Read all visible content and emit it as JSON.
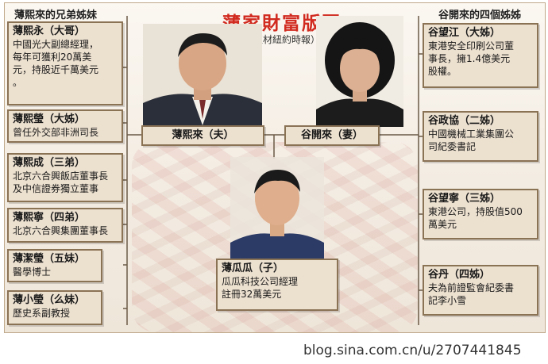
{
  "header": {
    "title": "薄家財富版圖",
    "subtitle": "（取材紐約時報）"
  },
  "left_heading": "薄熙來的兄弟姊妹",
  "right_heading": "谷開來的四個姊姊",
  "left_siblings": [
    {
      "name": "薄熙永（大哥）",
      "lines": [
        "中國光大副總經理，",
        "每年可獲利20萬美",
        "元，持股近千萬美元",
        "。"
      ]
    },
    {
      "name": "薄熙瑩（大姊）",
      "lines": [
        "曾任外交部非洲司長"
      ]
    },
    {
      "name": "薄熙成（三弟）",
      "lines": [
        "北京六合興飯店董事長",
        "及中信證券獨立董事"
      ]
    },
    {
      "name": "薄熙寧（四弟）",
      "lines": [
        "北京六合興集團董事長"
      ]
    },
    {
      "name": "薄潔瑩（五妹）",
      "lines": [
        "醫學博士"
      ]
    },
    {
      "name": "薄小瑩（么妹）",
      "lines": [
        "歷史系副教授"
      ]
    }
  ],
  "right_siblings": [
    {
      "name": "谷望江（大姊）",
      "lines": [
        "東港安全印刷公司董",
        "事長，擁1.4億美元",
        "股權。"
      ]
    },
    {
      "name": "谷政協（二姊）",
      "lines": [
        "中國機械工業集團公",
        "司紀委書記"
      ]
    },
    {
      "name": "谷望寧（三姊）",
      "lines": [
        "東港公司，持股值500",
        "萬美元"
      ]
    },
    {
      "name": "谷丹（四姊）",
      "lines": [
        "夫為前證監會紀委書",
        "記李小雪"
      ]
    }
  ],
  "husband": "薄熙來（夫）",
  "wife": "谷開來（妻）",
  "son": {
    "name": "薄瓜瓜（子）",
    "lines": [
      "瓜瓜科技公司經理",
      "註冊32萬美元"
    ]
  },
  "watermark": "blog.sina.com.cn/u/2707441845",
  "colors": {
    "title": "#d12a1f",
    "box_fill": "#ece0cf",
    "box_border": "#8a7255"
  }
}
